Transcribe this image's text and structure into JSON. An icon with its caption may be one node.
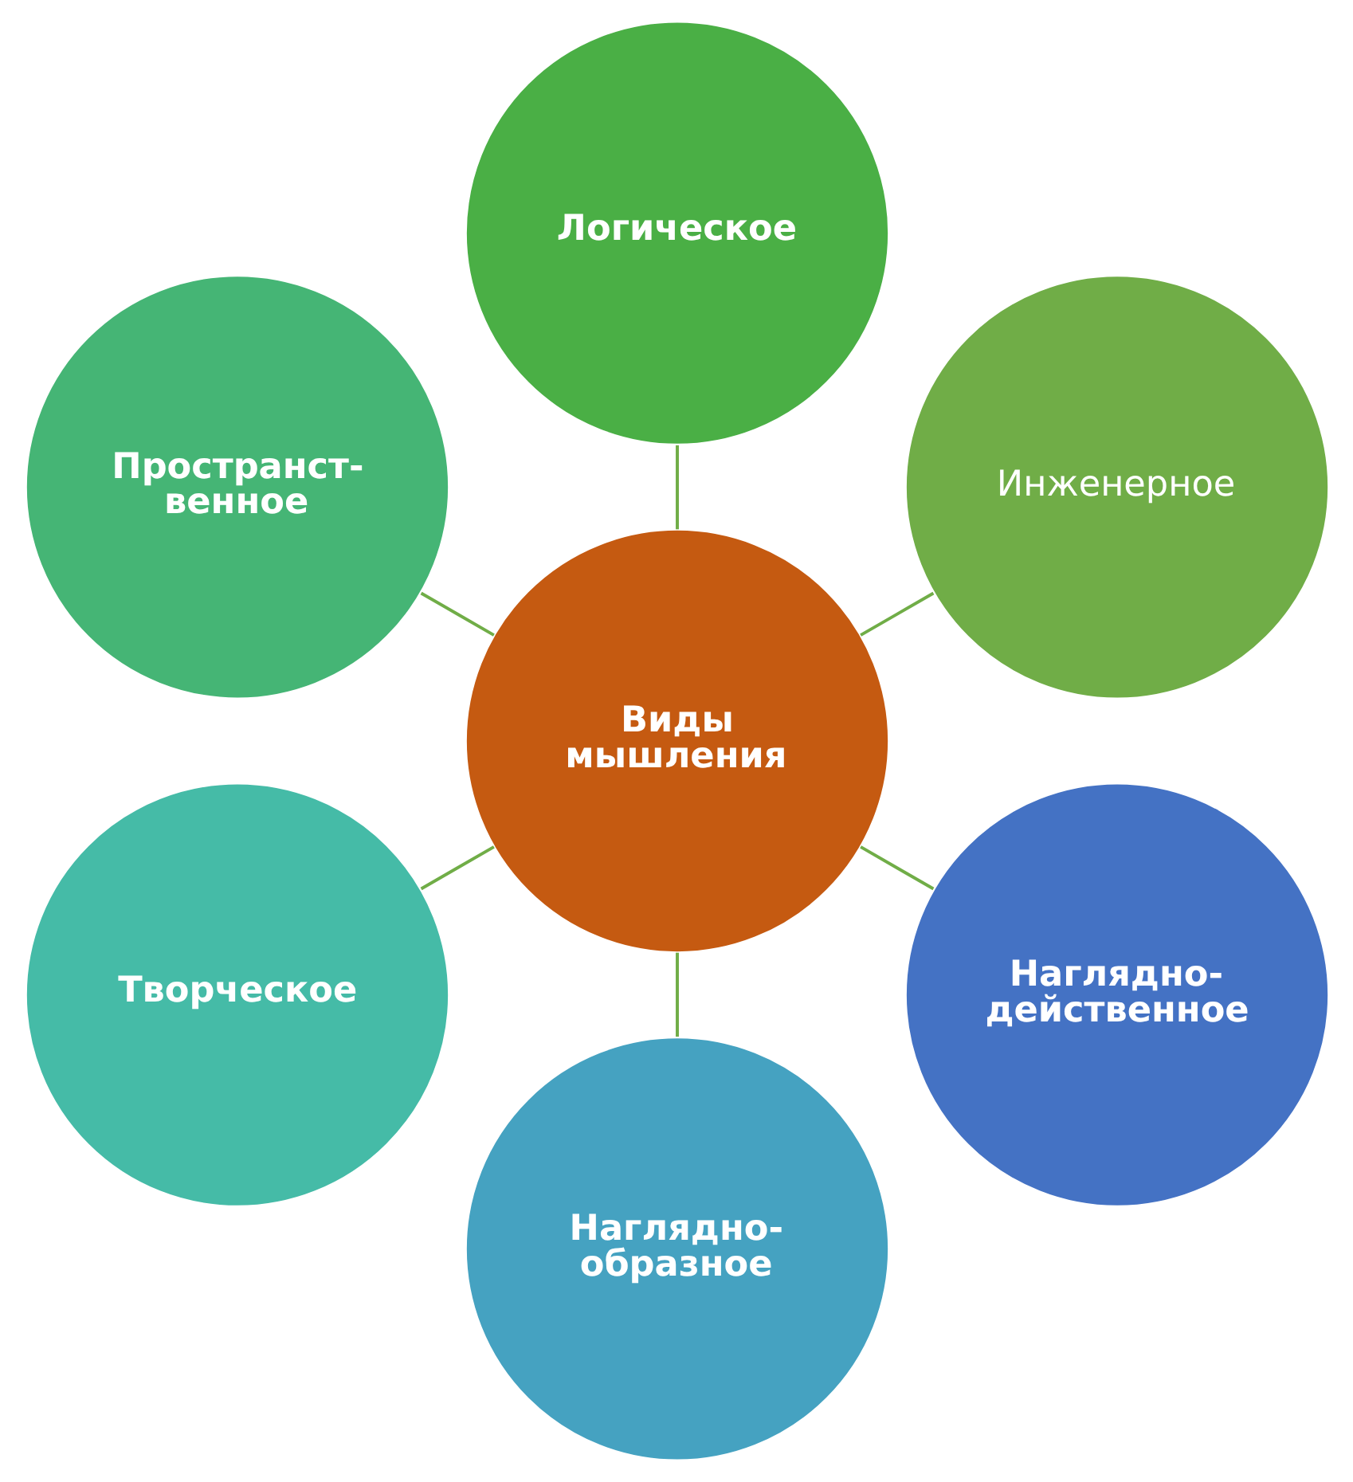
{
  "diagram": {
    "nodes": [
      {
        "text": [
          "Виды мышления"
        ]
      },
      {
        "text": [
          "Наглядно- действенное"
        ]
      },
      {
        "text": [
          "Наглядно- образное"
        ]
      },
      {
        "text": [
          "Творческое"
        ]
      },
      {
        "text": [
          "Пространст- венное"
        ]
      },
      {
        "text": [
          "Логическое"
        ]
      },
      {
        "text": [
          "Инженерное"
        ]
      }
    ],
    "edges": [
      {
        "from": 0,
        "to": 1,
        "arrow": "none"
      },
      {
        "from": 0,
        "to": 2,
        "arrow": "none"
      },
      {
        "from": 0,
        "to": 3,
        "arrow": "none"
      },
      {
        "from": 0,
        "to": 4,
        "arrow": "none"
      },
      {
        "from": 0,
        "to": 5,
        "arrow": "none"
      },
      {
        "from": 0,
        "to": 6,
        "arrow": "none"
      }
    ]
  }
}
